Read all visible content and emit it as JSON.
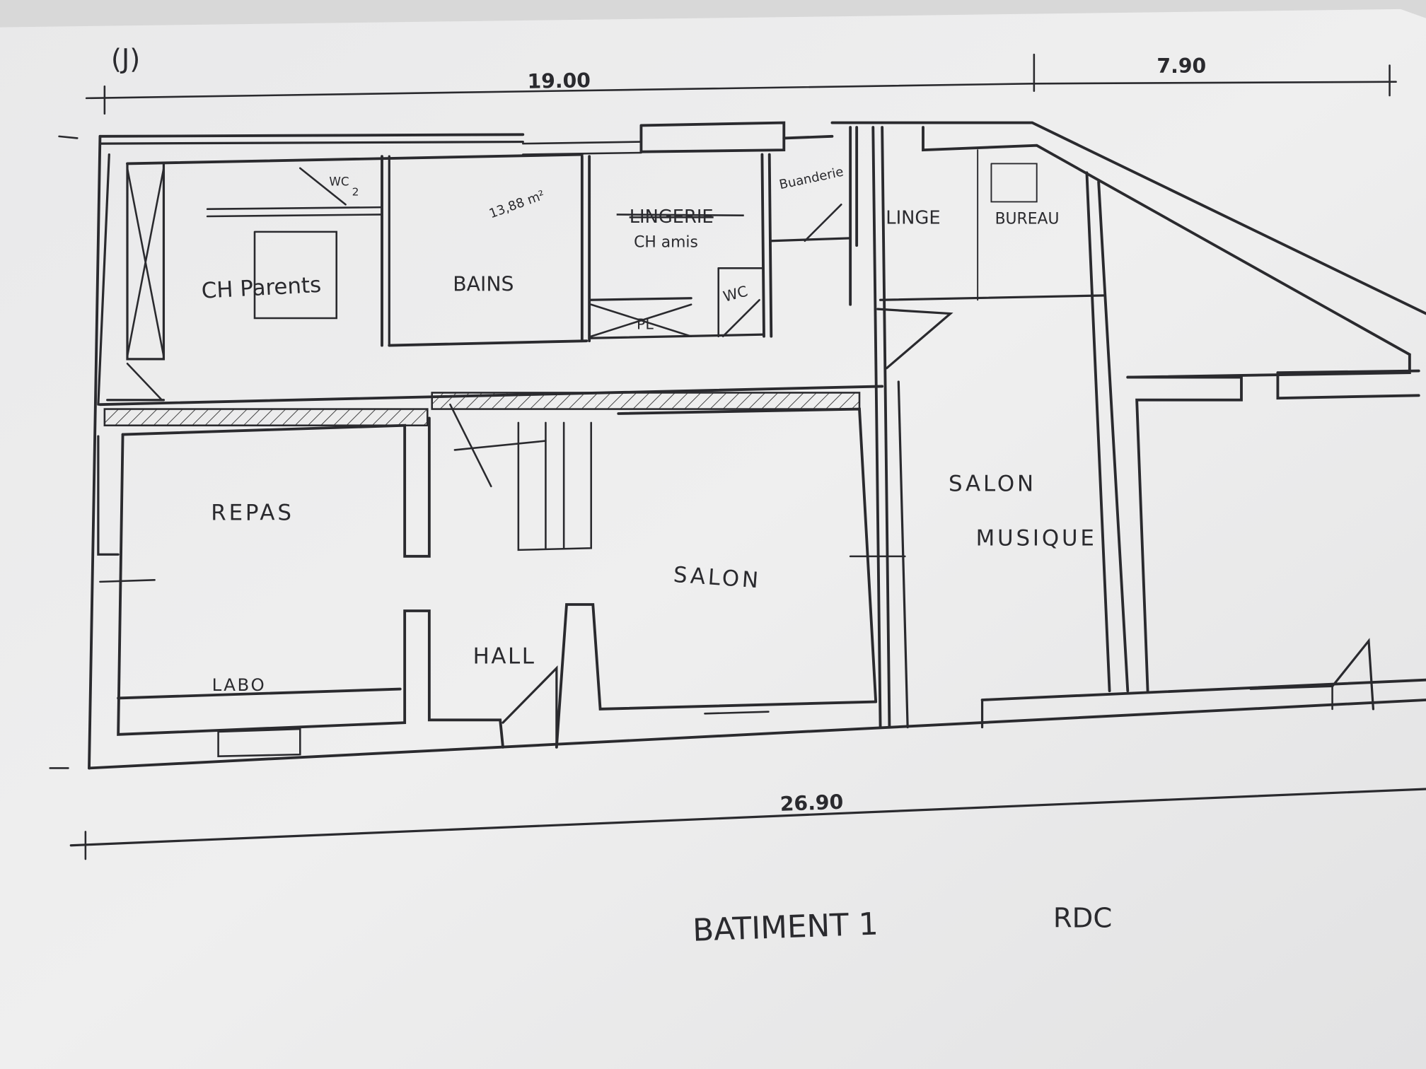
{
  "sheet": {
    "mark": "(J)",
    "title": "BATIMENT 1",
    "level": "RDC"
  },
  "dimensions": {
    "top_left": "19.00",
    "top_right": "7.90",
    "bottom": "26.90"
  },
  "rooms": {
    "ch_parents": "CH Parents",
    "wc2": "WC",
    "wc2_num": "2",
    "bains": "BAINS",
    "bains_area": "13,88 m²",
    "lingerie_struck": "LINGERIE",
    "ch_amis": "CH amis",
    "buanderie": "Buanderie",
    "wc": "WC",
    "pl": "PL",
    "linge": "LINGE",
    "bureau": "BUREAU",
    "repas": "REPAS",
    "labo": "LABO",
    "hall": "HALL",
    "salon": "SALON",
    "salon_musique_1": "SALON",
    "salon_musique_2": "MUSIQUE"
  },
  "colors": {
    "paper": "#ececec",
    "ink": "#2a2a2e"
  }
}
